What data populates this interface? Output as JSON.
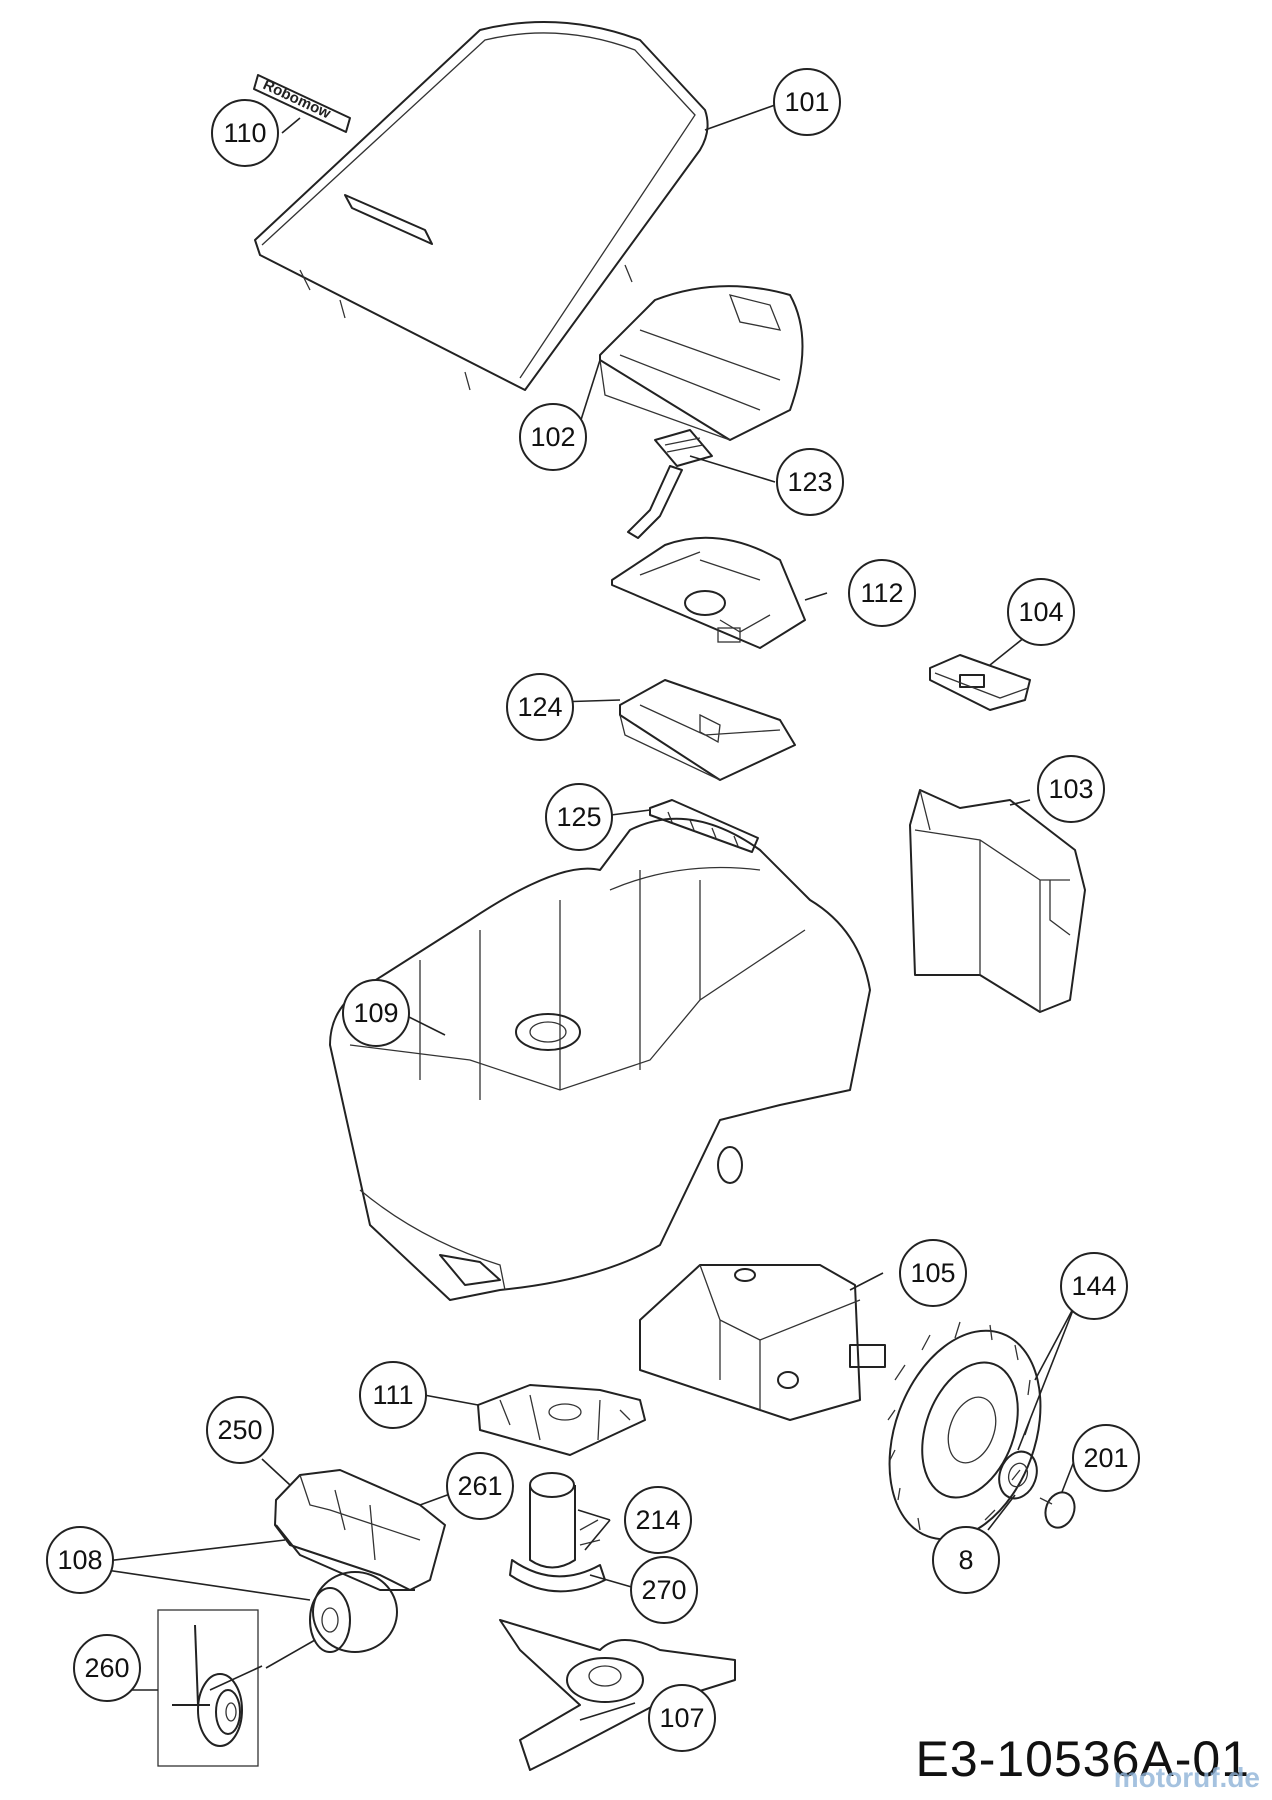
{
  "drawing_id": "E3-10536A-01",
  "watermark": "motoruf.de",
  "logo_text": "Robomow",
  "callouts": [
    {
      "id": "110",
      "label": "110"
    },
    {
      "id": "101",
      "label": "101"
    },
    {
      "id": "102",
      "label": "102"
    },
    {
      "id": "123",
      "label": "123"
    },
    {
      "id": "112",
      "label": "112"
    },
    {
      "id": "104",
      "label": "104"
    },
    {
      "id": "124",
      "label": "124"
    },
    {
      "id": "103",
      "label": "103"
    },
    {
      "id": "125",
      "label": "125"
    },
    {
      "id": "109",
      "label": "109"
    },
    {
      "id": "105",
      "label": "105"
    },
    {
      "id": "144",
      "label": "144"
    },
    {
      "id": "111",
      "label": "111"
    },
    {
      "id": "250",
      "label": "250"
    },
    {
      "id": "261",
      "label": "261"
    },
    {
      "id": "201",
      "label": "201"
    },
    {
      "id": "214",
      "label": "214"
    },
    {
      "id": "108",
      "label": "108"
    },
    {
      "id": "8",
      "label": "8"
    },
    {
      "id": "270",
      "label": "270"
    },
    {
      "id": "260",
      "label": "260"
    },
    {
      "id": "107",
      "label": "107"
    }
  ]
}
